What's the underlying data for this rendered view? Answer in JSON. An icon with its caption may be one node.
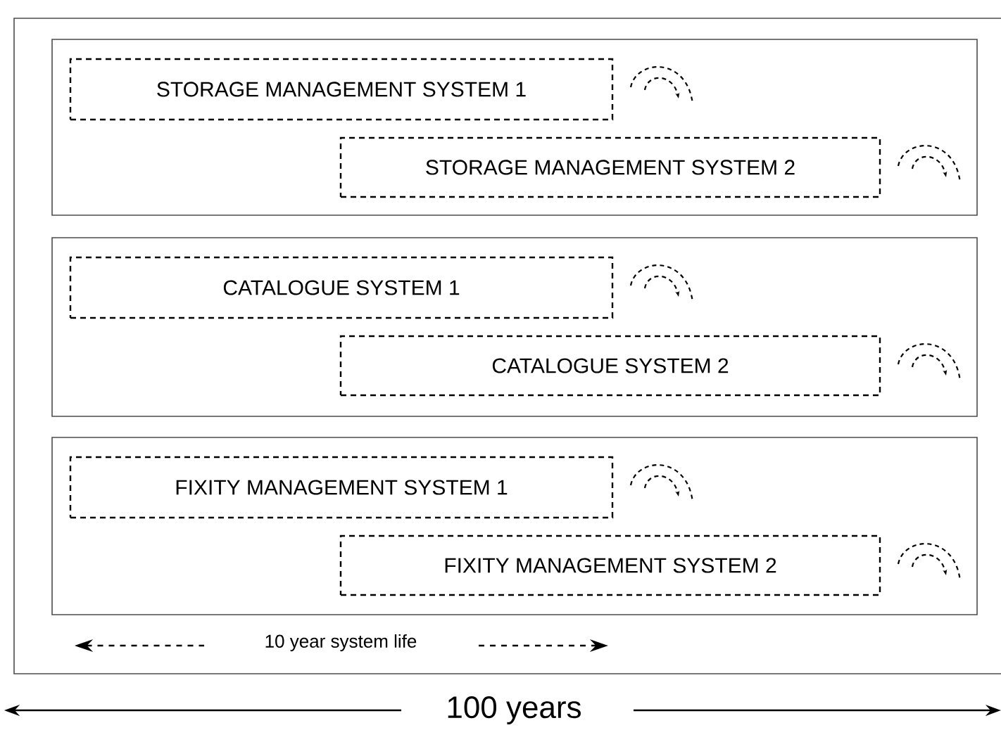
{
  "diagram": {
    "nodes": [
      {
        "text": [],
        "shape": "box"
      },
      {
        "text": [],
        "shape": "box",
        "in": 0
      },
      {
        "text": [
          "STORAGE MANAGEMENT SYSTEM 1"
        ],
        "in": 1
      },
      {
        "text": [
          "STORAGE MANAGEMENT SYSTEM 2"
        ],
        "in": 1
      },
      {
        "text": [],
        "shape": "box",
        "in": 0
      },
      {
        "text": [
          "CATALOGUE SYSTEM 1"
        ],
        "in": 4
      },
      {
        "text": [
          "CATALOGUE SYSTEM 2"
        ],
        "in": 4
      },
      {
        "text": [],
        "shape": "box",
        "in": 0
      },
      {
        "text": [
          "FIXITY MANAGEMENT SYSTEM 1"
        ],
        "in": 7
      },
      {
        "text": [
          "FIXITY MANAGEMENT SYSTEM 2"
        ],
        "in": 7
      }
    ],
    "labels": [
      "10 year system life",
      "100 years"
    ]
  }
}
